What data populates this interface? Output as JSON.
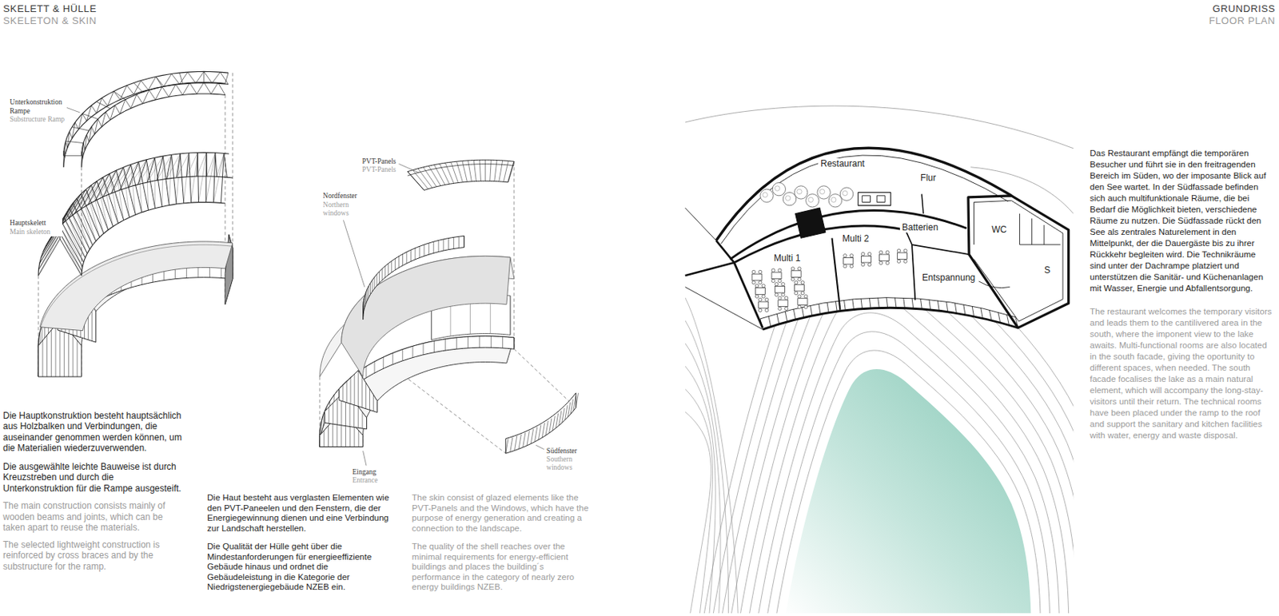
{
  "diagram": {
    "nodes": [
      {
        "text": [
          "Restaurant"
        ]
      },
      {
        "text": [
          "Flur"
        ]
      },
      {
        "text": [
          "Multi 1"
        ]
      },
      {
        "text": [
          "Multi 2"
        ]
      },
      {
        "text": [
          "Batterien"
        ]
      },
      {
        "text": [
          "Entspannung"
        ]
      },
      {
        "text": [
          "WC"
        ]
      },
      {
        "text": [
          "S"
        ]
      }
    ],
    "labels": [
      "SKELETT & HÜLLE",
      "SKELETON & SKIN",
      "Unterkonstruktion Rampe",
      "Substructure Ramp",
      "Hauptskelett",
      "Main skeleton",
      "PVT-Panels",
      "PVT-Panels",
      "Nordfenster",
      "Northern windows",
      "Südfenster",
      "Southern windows",
      "Eingang",
      "Entrance",
      "Die Hauptkonstruktion besteht hauptsächlich aus Holzbalken und Verbindungen, die auseinander genommen werden können, um die Materialien wiederzuverwenden.",
      "Die ausgewählte leichte Bauweise ist durch Kreuzstreben und durch die Unterkonstruktion für die Rampe ausgesteift.",
      "The main construction consists mainly of wooden beams and joints, which can be taken apart to reuse the materials.",
      "The selected lightweight construction is reinforced by cross braces and by the substructure for the ramp.",
      "Die Haut besteht aus verglasten Elementen wie den PVT-Paneelen und den Fenstern, die der Energiegewinnung dienen und eine Verbindung zur Landschaft herstellen.",
      "Die Qualität der Hülle geht über die Mindestanforderungen für energieeffiziente Gebäude hinaus und ordnet die Gebäudeleistung in die Kategorie der Niedrigstenergiegebäude NZEB ein.",
      "The skin consist of glazed elements like the PVT-Panels and the Windows, which have the purpose of energy generation and creating a connection to the landscape.",
      "The quality of the shell reaches over the minimal requirements for energy-efficient buildings and places the building´s performance in the category of nearly zero energy buildings NZEB.",
      "GRUNDRISS",
      "FLOOR PLAN",
      "Das Restaurant empfängt die temporären Besucher und führt sie in den freitragenden Bereich im Süden, wo der imposante Blick auf den See wartet. In der Südfassade befinden sich auch multifunktionale Räume, die bei Bedarf die Möglichkeit bieten, verschiedene Räume zu nutzen. Die Südfassade rückt den See als zentrales Naturelement in den Mittelpunkt, der die Dauergäste bis zu ihrer Rückkehr begleiten wird. Die Technikräume sind unter der Dachrampe platziert und unterstützen die Sanitär- und Küchenanlagen mit Wasser, Energie und Abfallentsorgung.",
      "The restaurant welcomes the temporary visitors and leads them to the cantilivered area in the south, where the imponent view to the lake awaits. Multi-functional rooms are also located in the south facade, giving the oportunity to different spaces, when needed. The south facade focalises the lake as a main natural element, which will accompany the long-stay-visitors until their return. The technical rooms have been placed under the ramp to the roof and support the sanitary and kitchen facilities with water, energy and waste disposal."
    ]
  }
}
